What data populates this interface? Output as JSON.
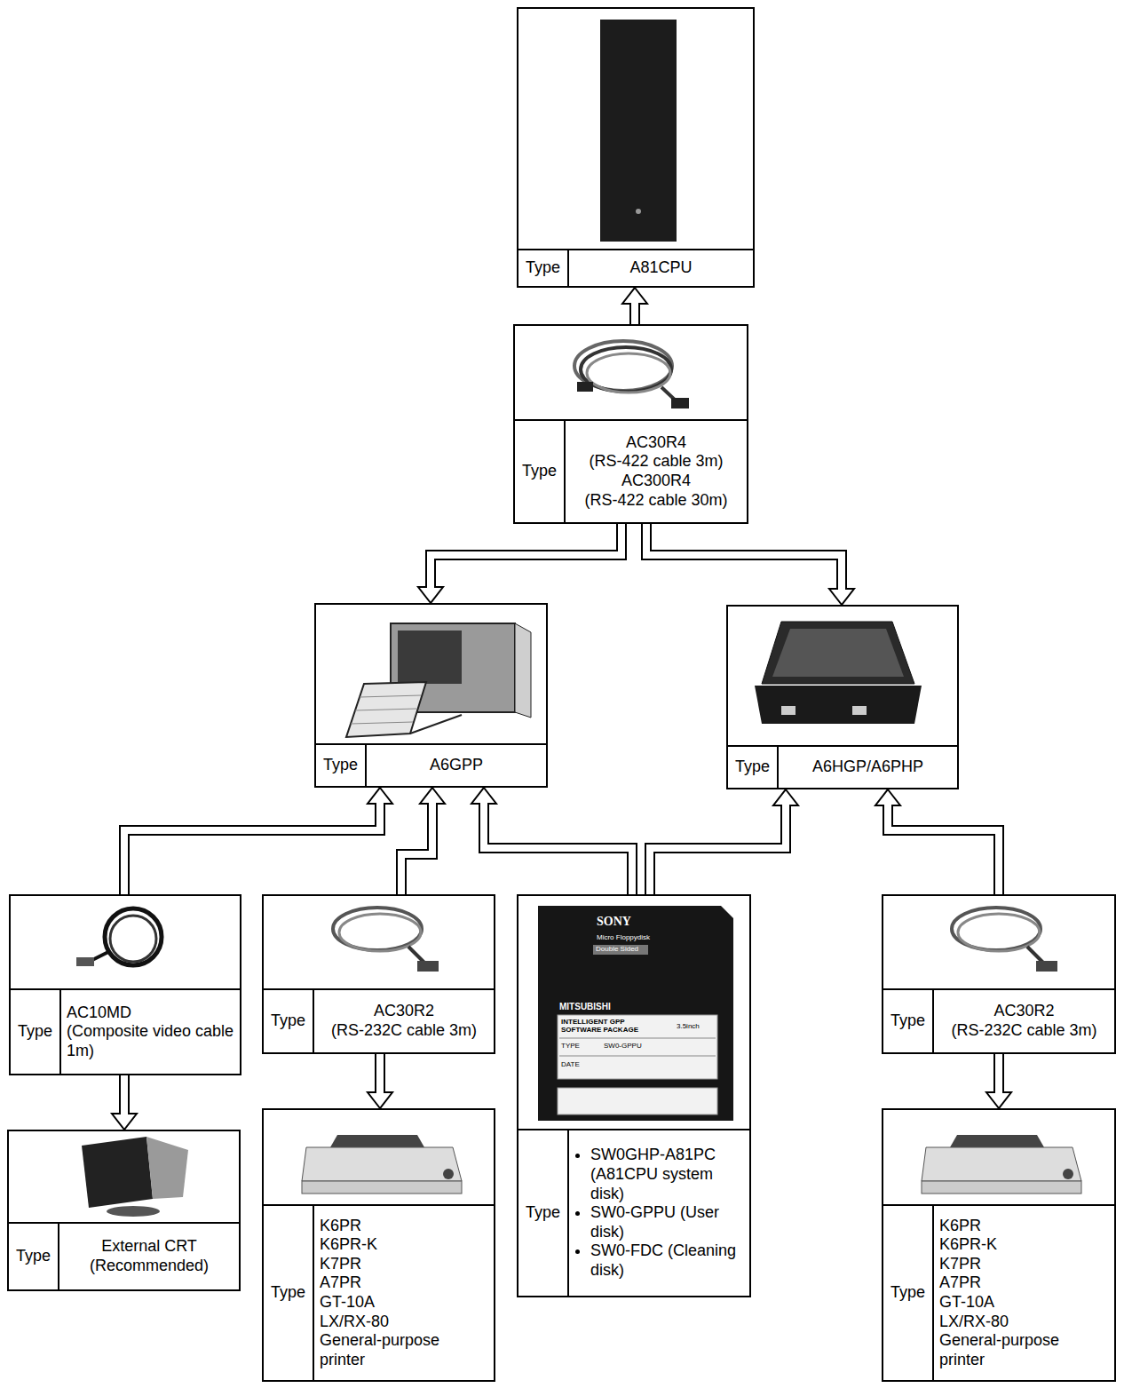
{
  "diagram": {
    "nodes": [
      {
        "text": [
          "Type",
          "A81CPU"
        ]
      },
      {
        "text": [
          "Type",
          "AC30R4",
          "(RS-422 cable 3m)",
          "AC300R4",
          "(RS-422 cable 30m)"
        ]
      },
      {
        "text": [
          "Type",
          "A6GPP"
        ]
      },
      {
        "text": [
          "Type",
          "A6HGP/A6PHP"
        ]
      },
      {
        "text": [
          "Type",
          "AC10MD",
          "(Composite video cable 1m)"
        ]
      },
      {
        "text": [
          "Type",
          "AC30R2",
          "(RS-232C cable 3m)"
        ]
      },
      {
        "text": [
          "Type",
          "SW0GHP-A81PC (A81CPU system disk)",
          "SW0-GPPU (User disk)",
          "SW0-FDC (Cleaning disk)"
        ]
      },
      {
        "text": [
          "Type",
          "AC30R2",
          "(RS-232C cable 3m)"
        ]
      },
      {
        "text": [
          "Type",
          "External CRT (Recommended)"
        ]
      },
      {
        "text": [
          "Type",
          "K6PR",
          "K6PR-K",
          "K7PR",
          "A7PR",
          "GT-10A",
          "LX/RX-80",
          "General-purpose printer"
        ]
      },
      {
        "text": [
          "Type",
          "K6PR",
          "K6PR-K",
          "K7PR",
          "A7PR",
          "GT-10A",
          "LX/RX-80",
          "General-purpose printer"
        ]
      }
    ],
    "edges": [
      {
        "from": 1,
        "to": 0,
        "arrow": "to"
      },
      {
        "from": 1,
        "to": 2,
        "arrow": "to"
      },
      {
        "from": 1,
        "to": 3,
        "arrow": "to"
      },
      {
        "from": 4,
        "to": 2,
        "arrow": "to"
      },
      {
        "from": 5,
        "to": 2,
        "arrow": "to"
      },
      {
        "from": 6,
        "to": 2,
        "arrow": "to"
      },
      {
        "from": 6,
        "to": 3,
        "arrow": "to"
      },
      {
        "from": 7,
        "to": 3,
        "arrow": "to"
      },
      {
        "from": 4,
        "to": 8,
        "arrow": "to"
      },
      {
        "from": 5,
        "to": 9,
        "arrow": "to"
      },
      {
        "from": 7,
        "to": 10,
        "arrow": "to"
      }
    ],
    "labels": [
      "SONY",
      "Micro Floppydisk",
      "Double Sided",
      "MITSUBISHI",
      "INTELLIGENT GPP SOFTWARE PACKAGE",
      "3.5inch",
      "TYPE",
      "SW0-GPPU",
      "DATE"
    ]
  }
}
